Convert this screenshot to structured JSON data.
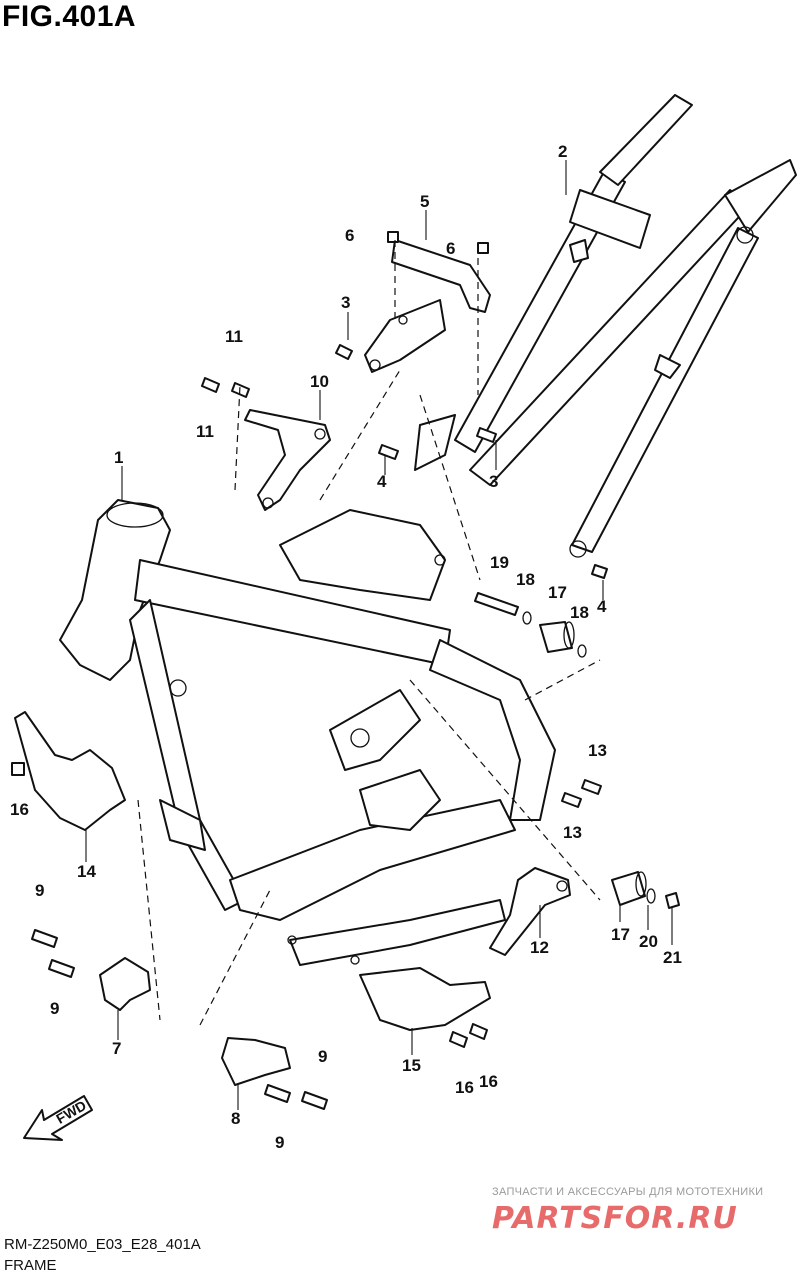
{
  "figure": {
    "title": "FIG.401A",
    "diagram_code": "RM-Z250M0_E03_E28_401A",
    "caption": "FRAME"
  },
  "direction_indicator": {
    "label": "FWD",
    "icon": "fwd-arrow-icon"
  },
  "watermark": {
    "tagline": "ЗАПЧАСТИ И АКСЕССУАРЫ ДЛЯ МОТОТЕХНИКИ",
    "logo_text": "PARTSFOR.RU",
    "color": "#e03a3a"
  },
  "callouts": [
    {
      "label": "1"
    },
    {
      "label": "2"
    },
    {
      "label": "3"
    },
    {
      "label": "3"
    },
    {
      "label": "4"
    },
    {
      "label": "4"
    },
    {
      "label": "5"
    },
    {
      "label": "6"
    },
    {
      "label": "6"
    },
    {
      "label": "7"
    },
    {
      "label": "8"
    },
    {
      "label": "9"
    },
    {
      "label": "9"
    },
    {
      "label": "9"
    },
    {
      "label": "9"
    },
    {
      "label": "10"
    },
    {
      "label": "11"
    },
    {
      "label": "11"
    },
    {
      "label": "12"
    },
    {
      "label": "13"
    },
    {
      "label": "13"
    },
    {
      "label": "14"
    },
    {
      "label": "15"
    },
    {
      "label": "16"
    },
    {
      "label": "16"
    },
    {
      "label": "16"
    },
    {
      "label": "17"
    },
    {
      "label": "17"
    },
    {
      "label": "18"
    },
    {
      "label": "18"
    },
    {
      "label": "19"
    },
    {
      "label": "20"
    },
    {
      "label": "21"
    }
  ]
}
